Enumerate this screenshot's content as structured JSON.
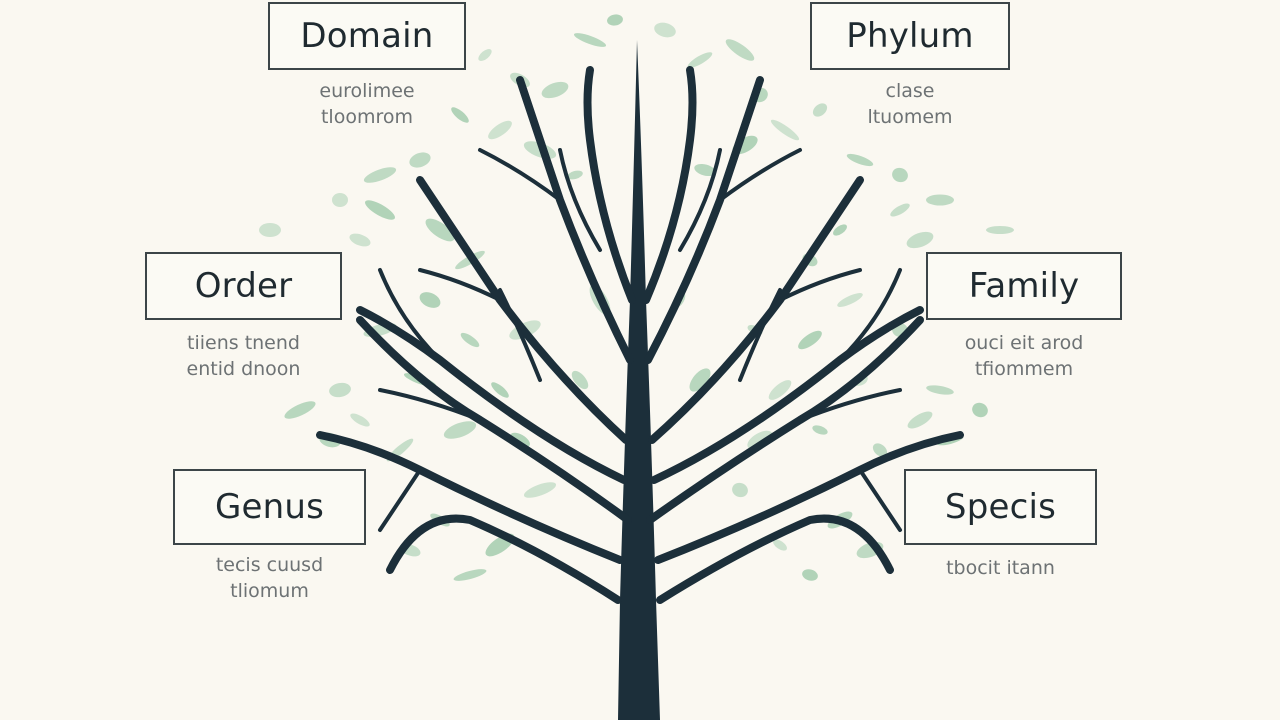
{
  "colors": {
    "background": "#faf8f1",
    "trunk": "#1c2f3a",
    "leaf": "#a9cfb2",
    "box_border": "#3c4548",
    "box_text": "#1f2a30",
    "caption_text": "#6d7274"
  },
  "ranks": [
    {
      "id": "domain",
      "label": "Domain",
      "caption": [
        "eurolimee",
        "tloomrom"
      ]
    },
    {
      "id": "phylum",
      "label": "Phylum",
      "caption": [
        "clase",
        "ltuomem"
      ]
    },
    {
      "id": "order",
      "label": "Order",
      "caption": [
        "tiiens tnend",
        "entid dnoon"
      ]
    },
    {
      "id": "family",
      "label": "Family",
      "caption": [
        "ouci eit arod",
        "tfiommem"
      ]
    },
    {
      "id": "genus",
      "label": "Genus",
      "caption": [
        "tecis cuusd",
        "tliomum"
      ]
    },
    {
      "id": "species",
      "label": "Specis",
      "caption": [
        "tbocit itann"
      ]
    }
  ]
}
